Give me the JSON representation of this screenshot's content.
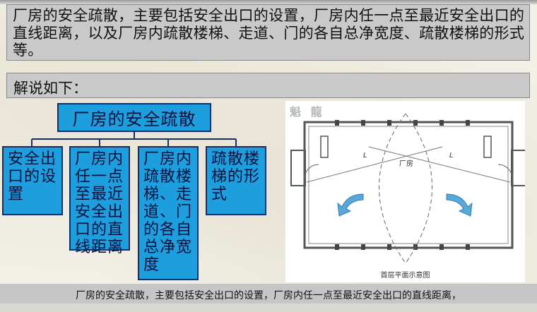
{
  "intro": {
    "text": "厂房的安全疏散，主要包括安全出口的设置，厂房内任一点至最近安全出口的直线距离，以及厂房内疏散楼梯、走道、门的各自总净宽度、疏散楼梯的形式等。"
  },
  "explain": {
    "label": "解说如下："
  },
  "diagram": {
    "root": "厂房的安全疏散",
    "children": [
      {
        "label": "安全出口的设置"
      },
      {
        "label": "厂房内任一点至最近安全出口的直线距离"
      },
      {
        "label": "厂房内疏散楼梯、走道、门的各自总净宽度"
      },
      {
        "label": "疏散楼梯的形式"
      }
    ]
  },
  "floor_plan": {
    "watermark": "魁 龍",
    "room_label": "厂房",
    "distance_label_left": "L",
    "distance_label_right": "L",
    "caption": "首层平面示意图"
  },
  "subtitle": {
    "text": "厂房的安全疏散，主要包括安全出口的设置，厂房内任一点至最近安全出口的直线距离，"
  },
  "colors": {
    "box_fill": "#1e9fdd",
    "box_border": "#1a2b66",
    "banner_gray": "#c9c9c9",
    "arrow_blue": "#5aa8d8"
  }
}
